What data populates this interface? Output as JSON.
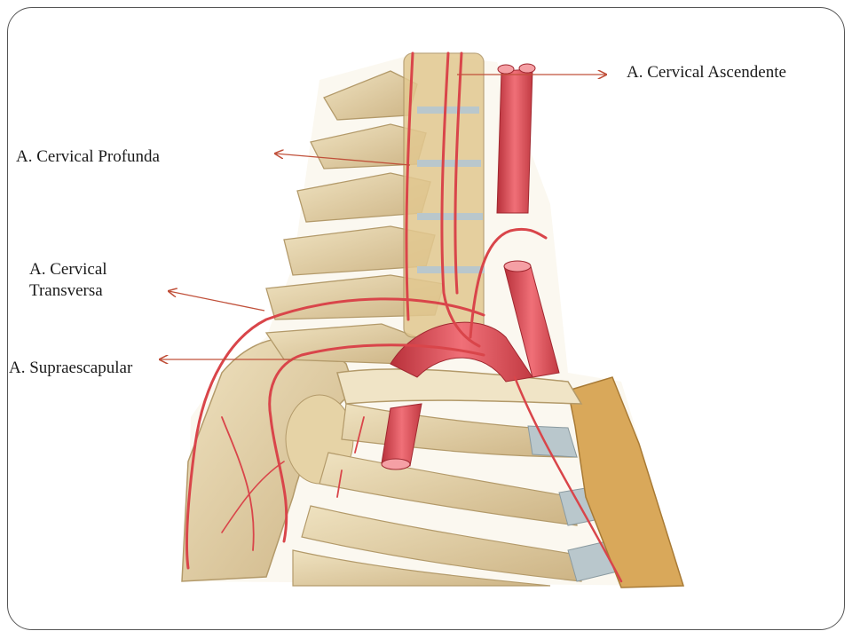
{
  "labels": {
    "cervical_ascendente": "A. Cervical Ascendente",
    "cervical_profunda": "A. Cervical Profunda",
    "cervical_transversa_line1": "A. Cervical",
    "cervical_transversa_line2": "Transversa",
    "supraescapular": "A. Supraescapular"
  },
  "colors": {
    "artery": "#d9454a",
    "bone": "#e4d2a8",
    "cartilage": "#b9c7cc",
    "arrow": "#c0503a"
  }
}
